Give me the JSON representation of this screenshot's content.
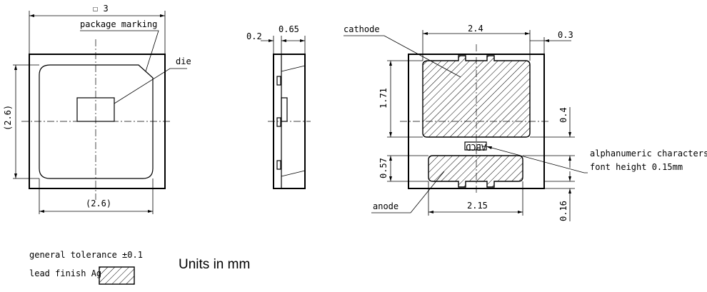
{
  "labels": {
    "package_marking_symbol": "☐ 3",
    "package_marking": "package marking",
    "die": "die",
    "dim_side_2_6_vertical": "(2.6)",
    "dim_side_2_6_horizontal": "(2.6)",
    "dim_0_2": "0.2",
    "dim_0_65": "0.65",
    "cathode": "cathode",
    "dim_2_4": "2.4",
    "dim_0_3": "0.3",
    "dim_1_71": "1.71",
    "dim_0_4": "0.4",
    "dim_0_57": "0.57",
    "dim_2_15": "2.15",
    "dim_0_16": "0.16",
    "marking_text": "ABCD",
    "alphanumeric_line1": "alphanumeric characters",
    "alphanumeric_line2": "font height 0.15mm",
    "anode": "anode",
    "general_tolerance": "general tolerance ±0.1",
    "lead_finish": "lead finish Ag",
    "units": "Units in mm"
  }
}
